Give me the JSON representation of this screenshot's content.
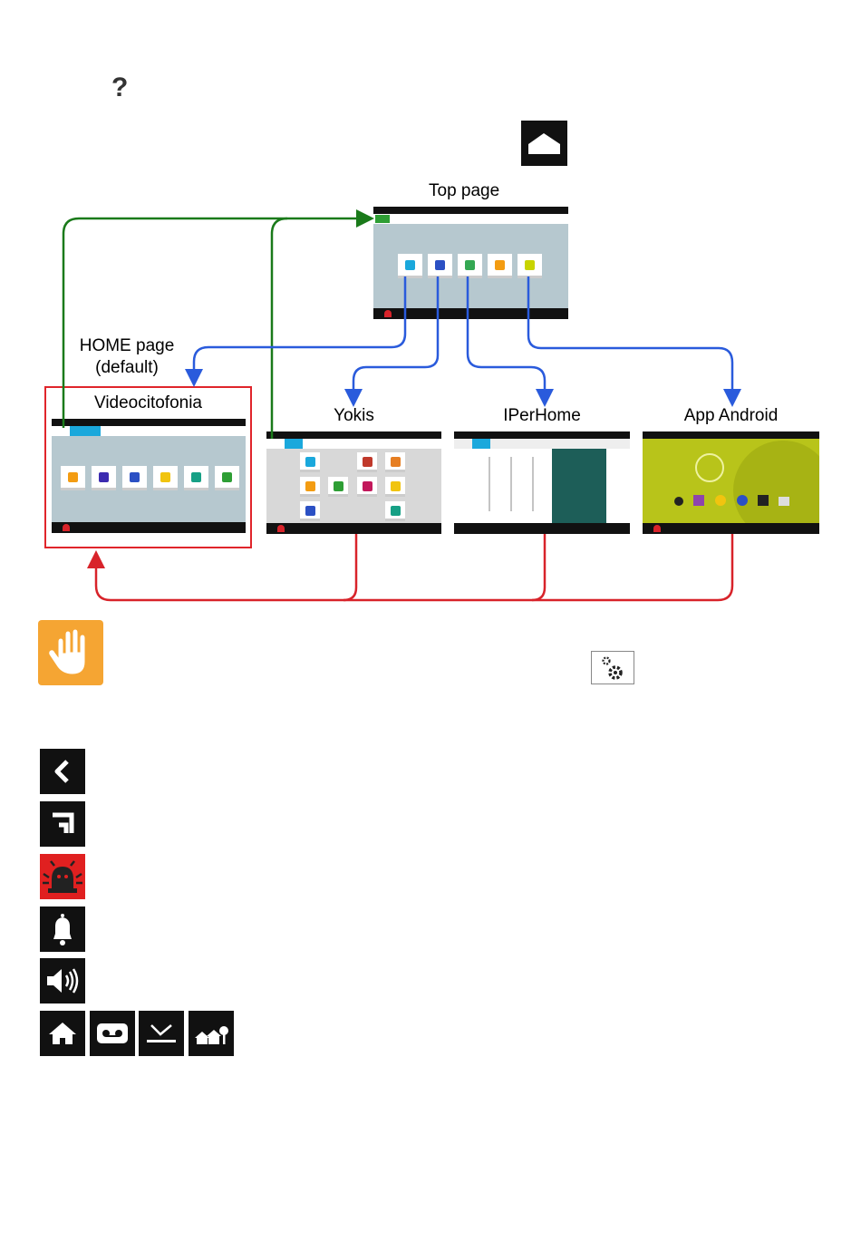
{
  "header": {
    "help_symbol": "?"
  },
  "diagram": {
    "top_page_label": "Top page",
    "home_page_label_line1": "HOME page",
    "home_page_label_line2": "(default)",
    "screens": [
      {
        "label": "Videocitofonia"
      },
      {
        "label": "Yokis"
      },
      {
        "label": "IPerHome"
      },
      {
        "label": "App Android"
      }
    ],
    "colors": {
      "green_arrow": "#1a7a1a",
      "blue_arrow": "#2a5bdc",
      "red_arrow": "#d8232a",
      "home_highlight": "#e0252b"
    }
  },
  "icons": [
    "home-button-icon",
    "hand-stop-icon",
    "settings-gear-icon",
    "back-arrow-icon",
    "recent-apps-icon",
    "alarm-siren-icon",
    "bell-icon",
    "volume-icon",
    "house-icon",
    "answering-machine-icon",
    "missed-call-icon",
    "neighborhood-icon"
  ]
}
